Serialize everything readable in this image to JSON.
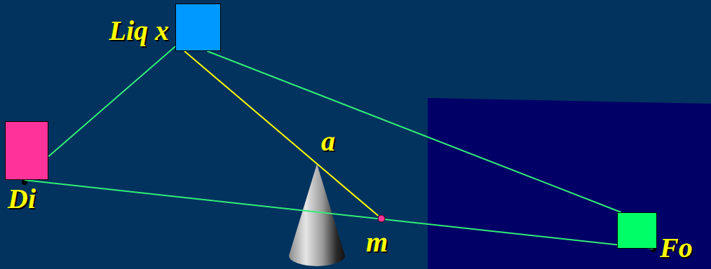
{
  "diagram": {
    "nodes": [
      {
        "text": [
          "Liq x"
        ]
      },
      {
        "text": [
          "Di"
        ]
      },
      {
        "text": [
          "Fo"
        ]
      },
      {
        "text": [
          "m"
        ]
      }
    ],
    "edges": [
      {
        "from": 0,
        "to": 1,
        "arrow": "none"
      },
      {
        "from": 0,
        "to": 2,
        "arrow": "none"
      },
      {
        "from": 1,
        "to": 2,
        "arrow": "none"
      },
      {
        "from": 0,
        "to": 3,
        "arrow": "none"
      }
    ],
    "labels": [
      "a"
    ]
  }
}
